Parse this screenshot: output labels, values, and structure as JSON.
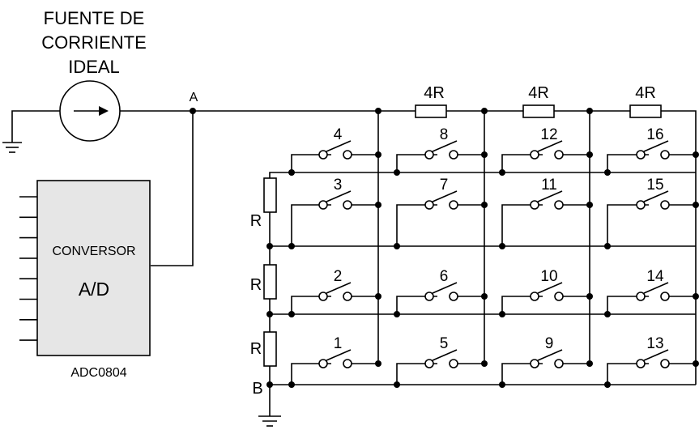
{
  "source": {
    "title_lines": [
      "FUENTE DE",
      "CORRIENTE",
      "IDEAL"
    ]
  },
  "nodes": {
    "a": "A",
    "b": "B"
  },
  "adc": {
    "line1": "CONVERSOR",
    "line2": "A/D",
    "part": "ADC0804",
    "pin_count": 8
  },
  "resistors": {
    "series_label": "4R",
    "ladder_label": "R"
  },
  "switches": {
    "labels": [
      [
        "4",
        "8",
        "12",
        "16"
      ],
      [
        "3",
        "7",
        "11",
        "15"
      ],
      [
        "2",
        "6",
        "10",
        "14"
      ],
      [
        "1",
        "5",
        "9",
        "13"
      ]
    ]
  }
}
